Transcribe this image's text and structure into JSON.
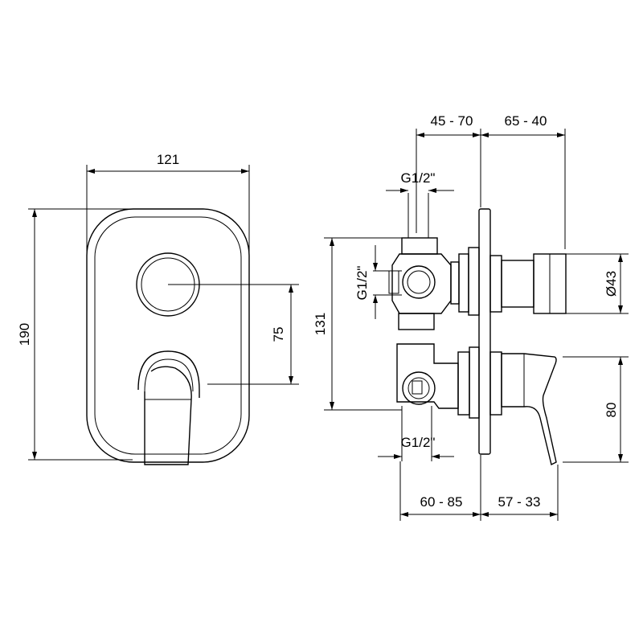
{
  "drawing": {
    "front_view": {
      "width_label": "121",
      "height_label": "190",
      "spacing_label": "75"
    },
    "side_view": {
      "top_left_range": "45 - 70",
      "top_right_range": "65 - 40",
      "top_thread": "G1/2\"",
      "side_thread": "G1/2\"",
      "bottom_thread": "G1/2\"",
      "body_height": "131",
      "diameter": "Ø43",
      "lever_height": "80",
      "bottom_left_range": "60 - 85",
      "bottom_right_range": "57 - 33"
    },
    "colors": {
      "line": "#000000",
      "background": "#ffffff"
    }
  }
}
